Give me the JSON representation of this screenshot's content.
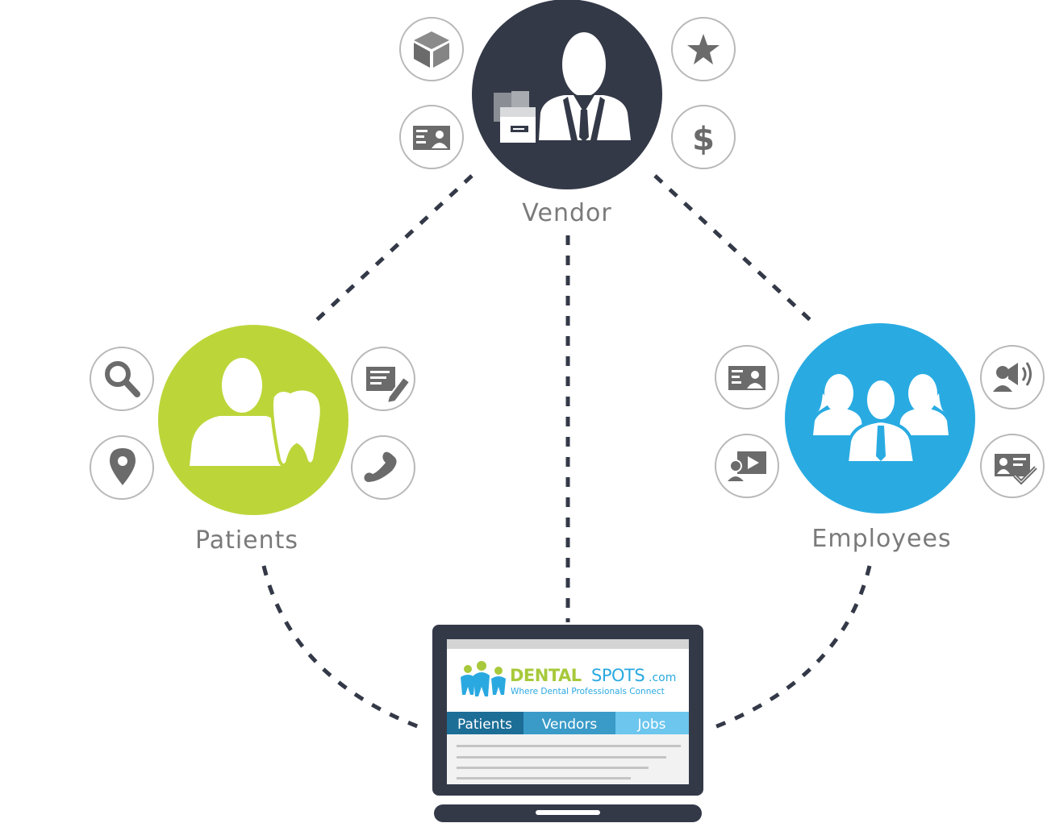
{
  "nodes": {
    "vendor": {
      "label": "Vendor",
      "color": "#343948"
    },
    "patients": {
      "label": "Patients",
      "color": "#bcd63a"
    },
    "employees": {
      "label": "Employees",
      "color": "#29abe2"
    }
  },
  "laptop": {
    "brand_dental": "DENTAL",
    "brand_spots": "SPOTS",
    "brand_com": ".com",
    "tagline": "Where Dental Professionals Connect",
    "tabs": [
      "Patients",
      "Vendors",
      "Jobs"
    ]
  },
  "colors": {
    "vendor": "#343948",
    "patients": "#bcd63a",
    "employees": "#29abe2",
    "connector": "#343948",
    "icon_ring": "#b8b8b8",
    "icon_glyph": "#6b6b6b",
    "brand_green": "#a7c93b",
    "brand_blue": "#2aa9e0",
    "tab_dark": "#1c6e97",
    "tab_mid": "#3a9bc8",
    "tab_light": "#6cc6ee"
  },
  "icons": {
    "vendor": [
      "box-icon",
      "id-card-icon",
      "star-icon",
      "dollar-icon"
    ],
    "patients": [
      "search-icon",
      "location-pin-icon",
      "edit-document-icon",
      "phone-icon"
    ],
    "employees": [
      "id-card-icon",
      "video-presentation-icon",
      "speaker-icon",
      "verified-id-icon"
    ]
  }
}
